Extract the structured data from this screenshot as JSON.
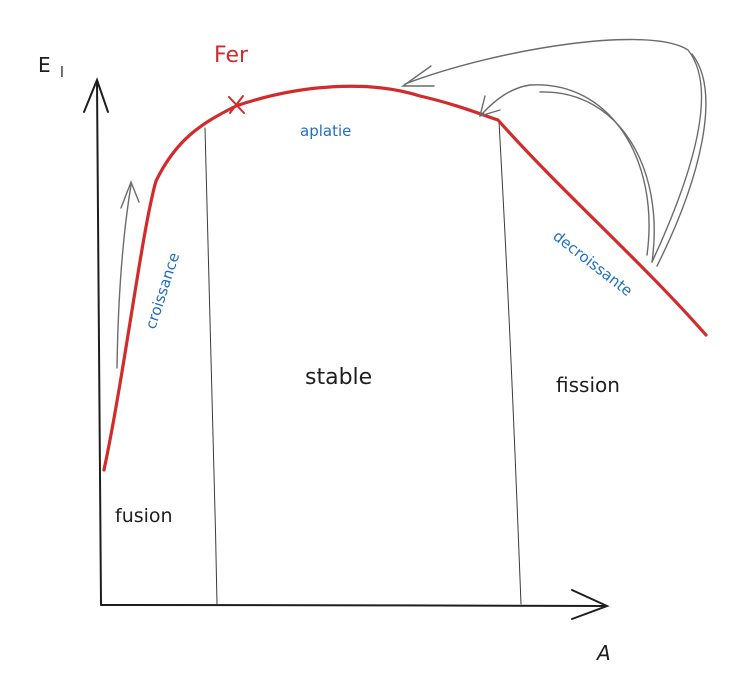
{
  "axes": {
    "y_label": "E",
    "y_sub": "l",
    "x_label": "A"
  },
  "curve": {
    "peak_label": "Fer",
    "segments": {
      "rising": "croissance",
      "flat": "aplatie",
      "falling": "decroissante"
    }
  },
  "regions": {
    "fusion": "fusion",
    "stable": "stable",
    "fission": "fission"
  },
  "colors": {
    "curve": "#d12b2b",
    "annotation": "#1f6fc1",
    "ink": "#1e1e1e",
    "arrow": "#6b6b6b"
  }
}
